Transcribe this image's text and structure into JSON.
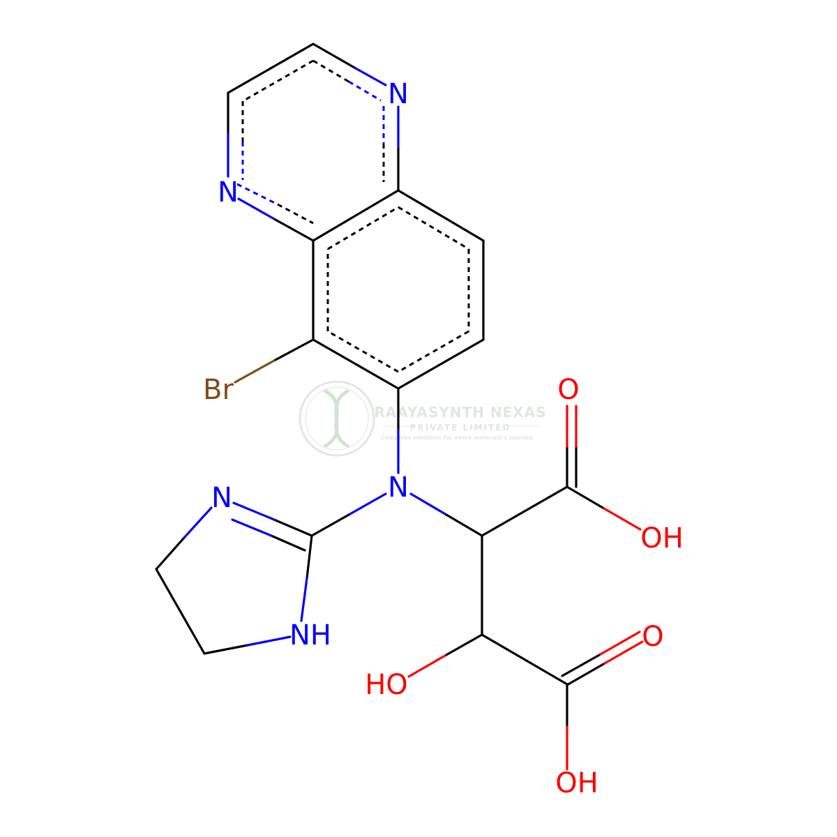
{
  "colors": {
    "bond": "#000000",
    "nitrogen": "#0000ff",
    "oxygen": "#ff0000",
    "bromine": "#7f4c19",
    "watermark": "#c8d4c8"
  },
  "atoms": {
    "n_top": "N",
    "n_left": "N",
    "br": "Br",
    "n_center": "N",
    "n_ring": "N",
    "nh": "NH",
    "o_top": "O",
    "oh_top": "OH",
    "o_bottom": "O",
    "ho": "HO",
    "oh_bottom": "OH"
  },
  "watermark": {
    "logo": "dna-logo",
    "title": "RAAYASYNTH NEXAS",
    "subtitle": "PRIVATE LIMITED",
    "tagline": "Complete solutions for every molecule's journey"
  }
}
